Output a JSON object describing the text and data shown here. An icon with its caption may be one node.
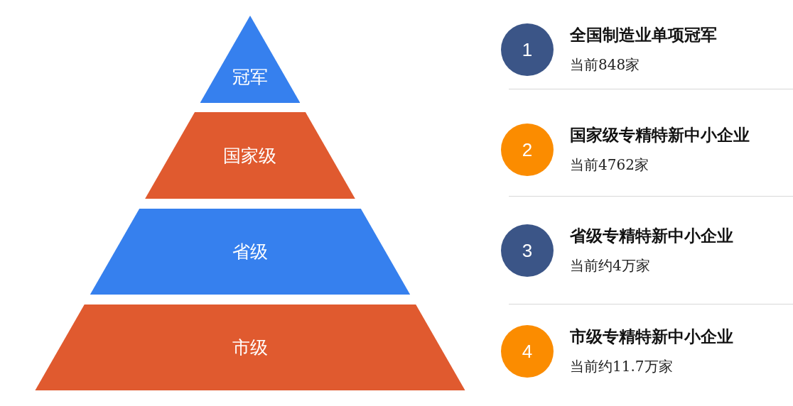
{
  "diagram": {
    "nodes": [
      {
        "text": [
          "冠军"
        ]
      },
      {
        "text": [
          "国家级"
        ]
      },
      {
        "text": [
          "省级"
        ]
      },
      {
        "text": [
          "市级"
        ]
      },
      {
        "text": [
          "1"
        ],
        "beside": [
          "全国制造业单项冠军",
          "当前848家"
        ]
      },
      {
        "text": [
          "2"
        ],
        "beside": [
          "国家级专精特新中小企业",
          "当前4762家"
        ]
      },
      {
        "text": [
          "3"
        ],
        "beside": [
          "省级专精特新中小企业",
          "当前约4万家"
        ]
      },
      {
        "text": [
          "4"
        ],
        "beside": [
          "市级专精特新中小企业",
          "当前约11.7万家"
        ]
      }
    ]
  }
}
